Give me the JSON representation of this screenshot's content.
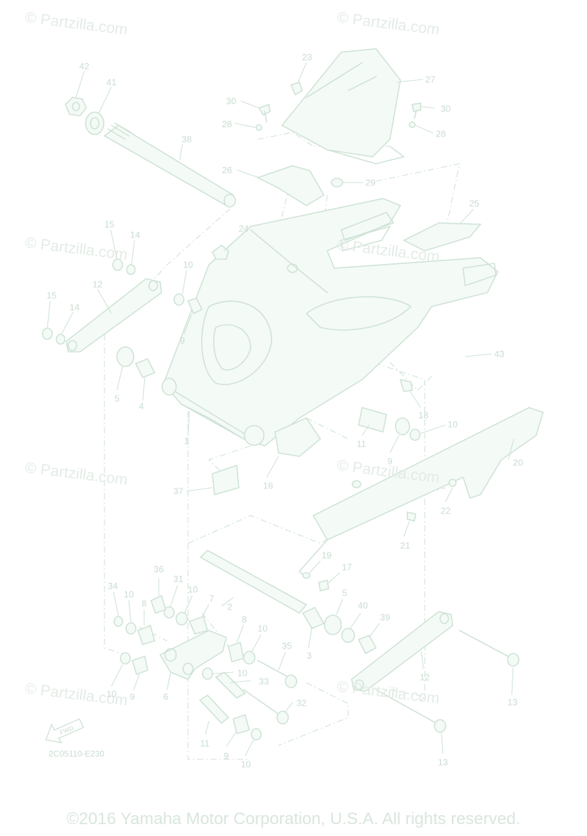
{
  "diagram": {
    "watermark": "© Partzilla.com",
    "diagram_code": "2C05110-E230",
    "fwd_label": "FWD",
    "copyright": "©2016 Yamaha Motor Corporation, U.S.A. All rights reserved.",
    "colors": {
      "line": "#cfe3d6",
      "text": "#c9ddd0",
      "watermark": "#e3ece6"
    },
    "callouts": [
      "42",
      "41",
      "38",
      "23",
      "27",
      "30",
      "28",
      "30",
      "28",
      "26",
      "29",
      "25",
      "24",
      "15",
      "14",
      "10",
      "12",
      "15",
      "14",
      "9",
      "5",
      "4",
      "1",
      "43",
      "18",
      "10",
      "11",
      "9",
      "20",
      "16",
      "37",
      "22",
      "21",
      "19",
      "17",
      "36",
      "31",
      "10",
      "7",
      "34",
      "10",
      "8",
      "2",
      "5",
      "40",
      "39",
      "8",
      "10",
      "3",
      "35",
      "6",
      "10",
      "33",
      "12",
      "13",
      "10",
      "9",
      "32",
      "11",
      "9",
      "10",
      "13"
    ]
  }
}
